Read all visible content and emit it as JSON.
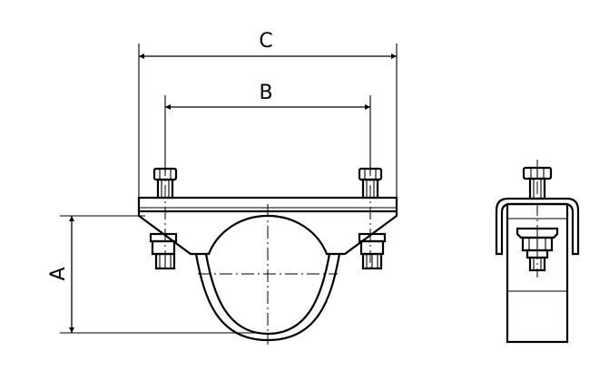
{
  "drawing": {
    "type": "technical-drawing",
    "subject": "pipe clamp / saddle bracket",
    "views": [
      "front-view",
      "side-view"
    ],
    "line_color": "#000000",
    "background": "#ffffff"
  },
  "dimensions": {
    "A": {
      "label": "A",
      "orientation": "vertical",
      "description": "height from plate underside to bottom of strap"
    },
    "B": {
      "label": "B",
      "orientation": "horizontal",
      "description": "bolt center distance"
    },
    "C": {
      "label": "C",
      "orientation": "horizontal",
      "description": "overall plate width"
    }
  }
}
